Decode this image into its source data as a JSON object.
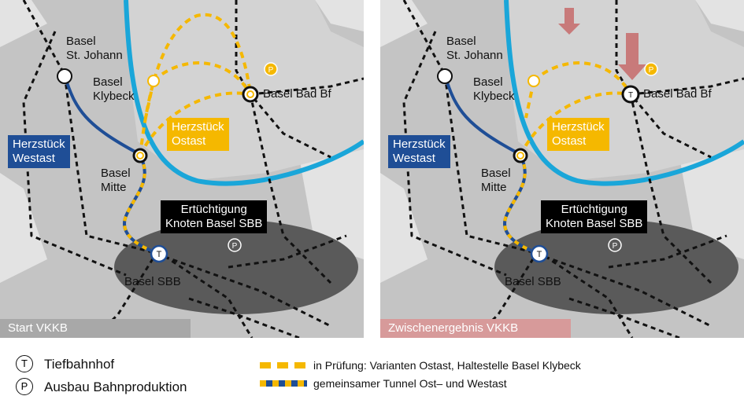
{
  "maps": [
    {
      "id": "left",
      "stage_label": "Start VKKB",
      "stage_color": "#a8a8a8",
      "stations": {
        "st_johann": "Basel\nSt. Johann",
        "klybeck": "Basel\nKlybeck",
        "bad_bf": "Basel Bad Bf",
        "mitte": "Basel\nMitte",
        "sbb": "Basel SBB"
      },
      "boxes": {
        "westast": "Herzstück\nWestast",
        "ostast": "Herzstück\nOstast",
        "knoten": "Ertüchtigung\nKnoten Basel SBB"
      },
      "markers": {
        "tief": "T",
        "prod": "P"
      }
    },
    {
      "id": "right",
      "stage_label": "Zwischenergebnis  VKKB",
      "stage_color": "#d79a9a",
      "stations": {
        "st_johann": "Basel\nSt. Johann",
        "klybeck": "Basel\nKlybeck",
        "bad_bf": "Basel Bad Bf",
        "mitte": "Basel\nMitte",
        "sbb": "Basel SBB"
      },
      "boxes": {
        "westast": "Herzstück\nWestast",
        "ostast": "Herzstück\nOstast",
        "knoten": "Ertüchtigung\nKnoten Basel SBB"
      },
      "markers": {
        "tief": "T",
        "prod": "P"
      }
    }
  ],
  "legend": {
    "tief_symbol": "T",
    "tief_label": "Tiefbahnhof",
    "prod_symbol": "P",
    "prod_label": "Ausbau Bahnproduktion",
    "pruefung_label": "in Prüfung: Varianten Ostast, Haltestelle Basel Klybeck",
    "tunnel_label": "gemeinsamer Tunnel Ost– und Westast"
  },
  "colors": {
    "land": "#c8c8c8",
    "land_light": "#e6e6e6",
    "rhine": "#1aa6d9",
    "westast": "#1f4e96",
    "ostast": "#f5b800",
    "knoten_area": "#555555",
    "arrow": "#c87a7a"
  }
}
